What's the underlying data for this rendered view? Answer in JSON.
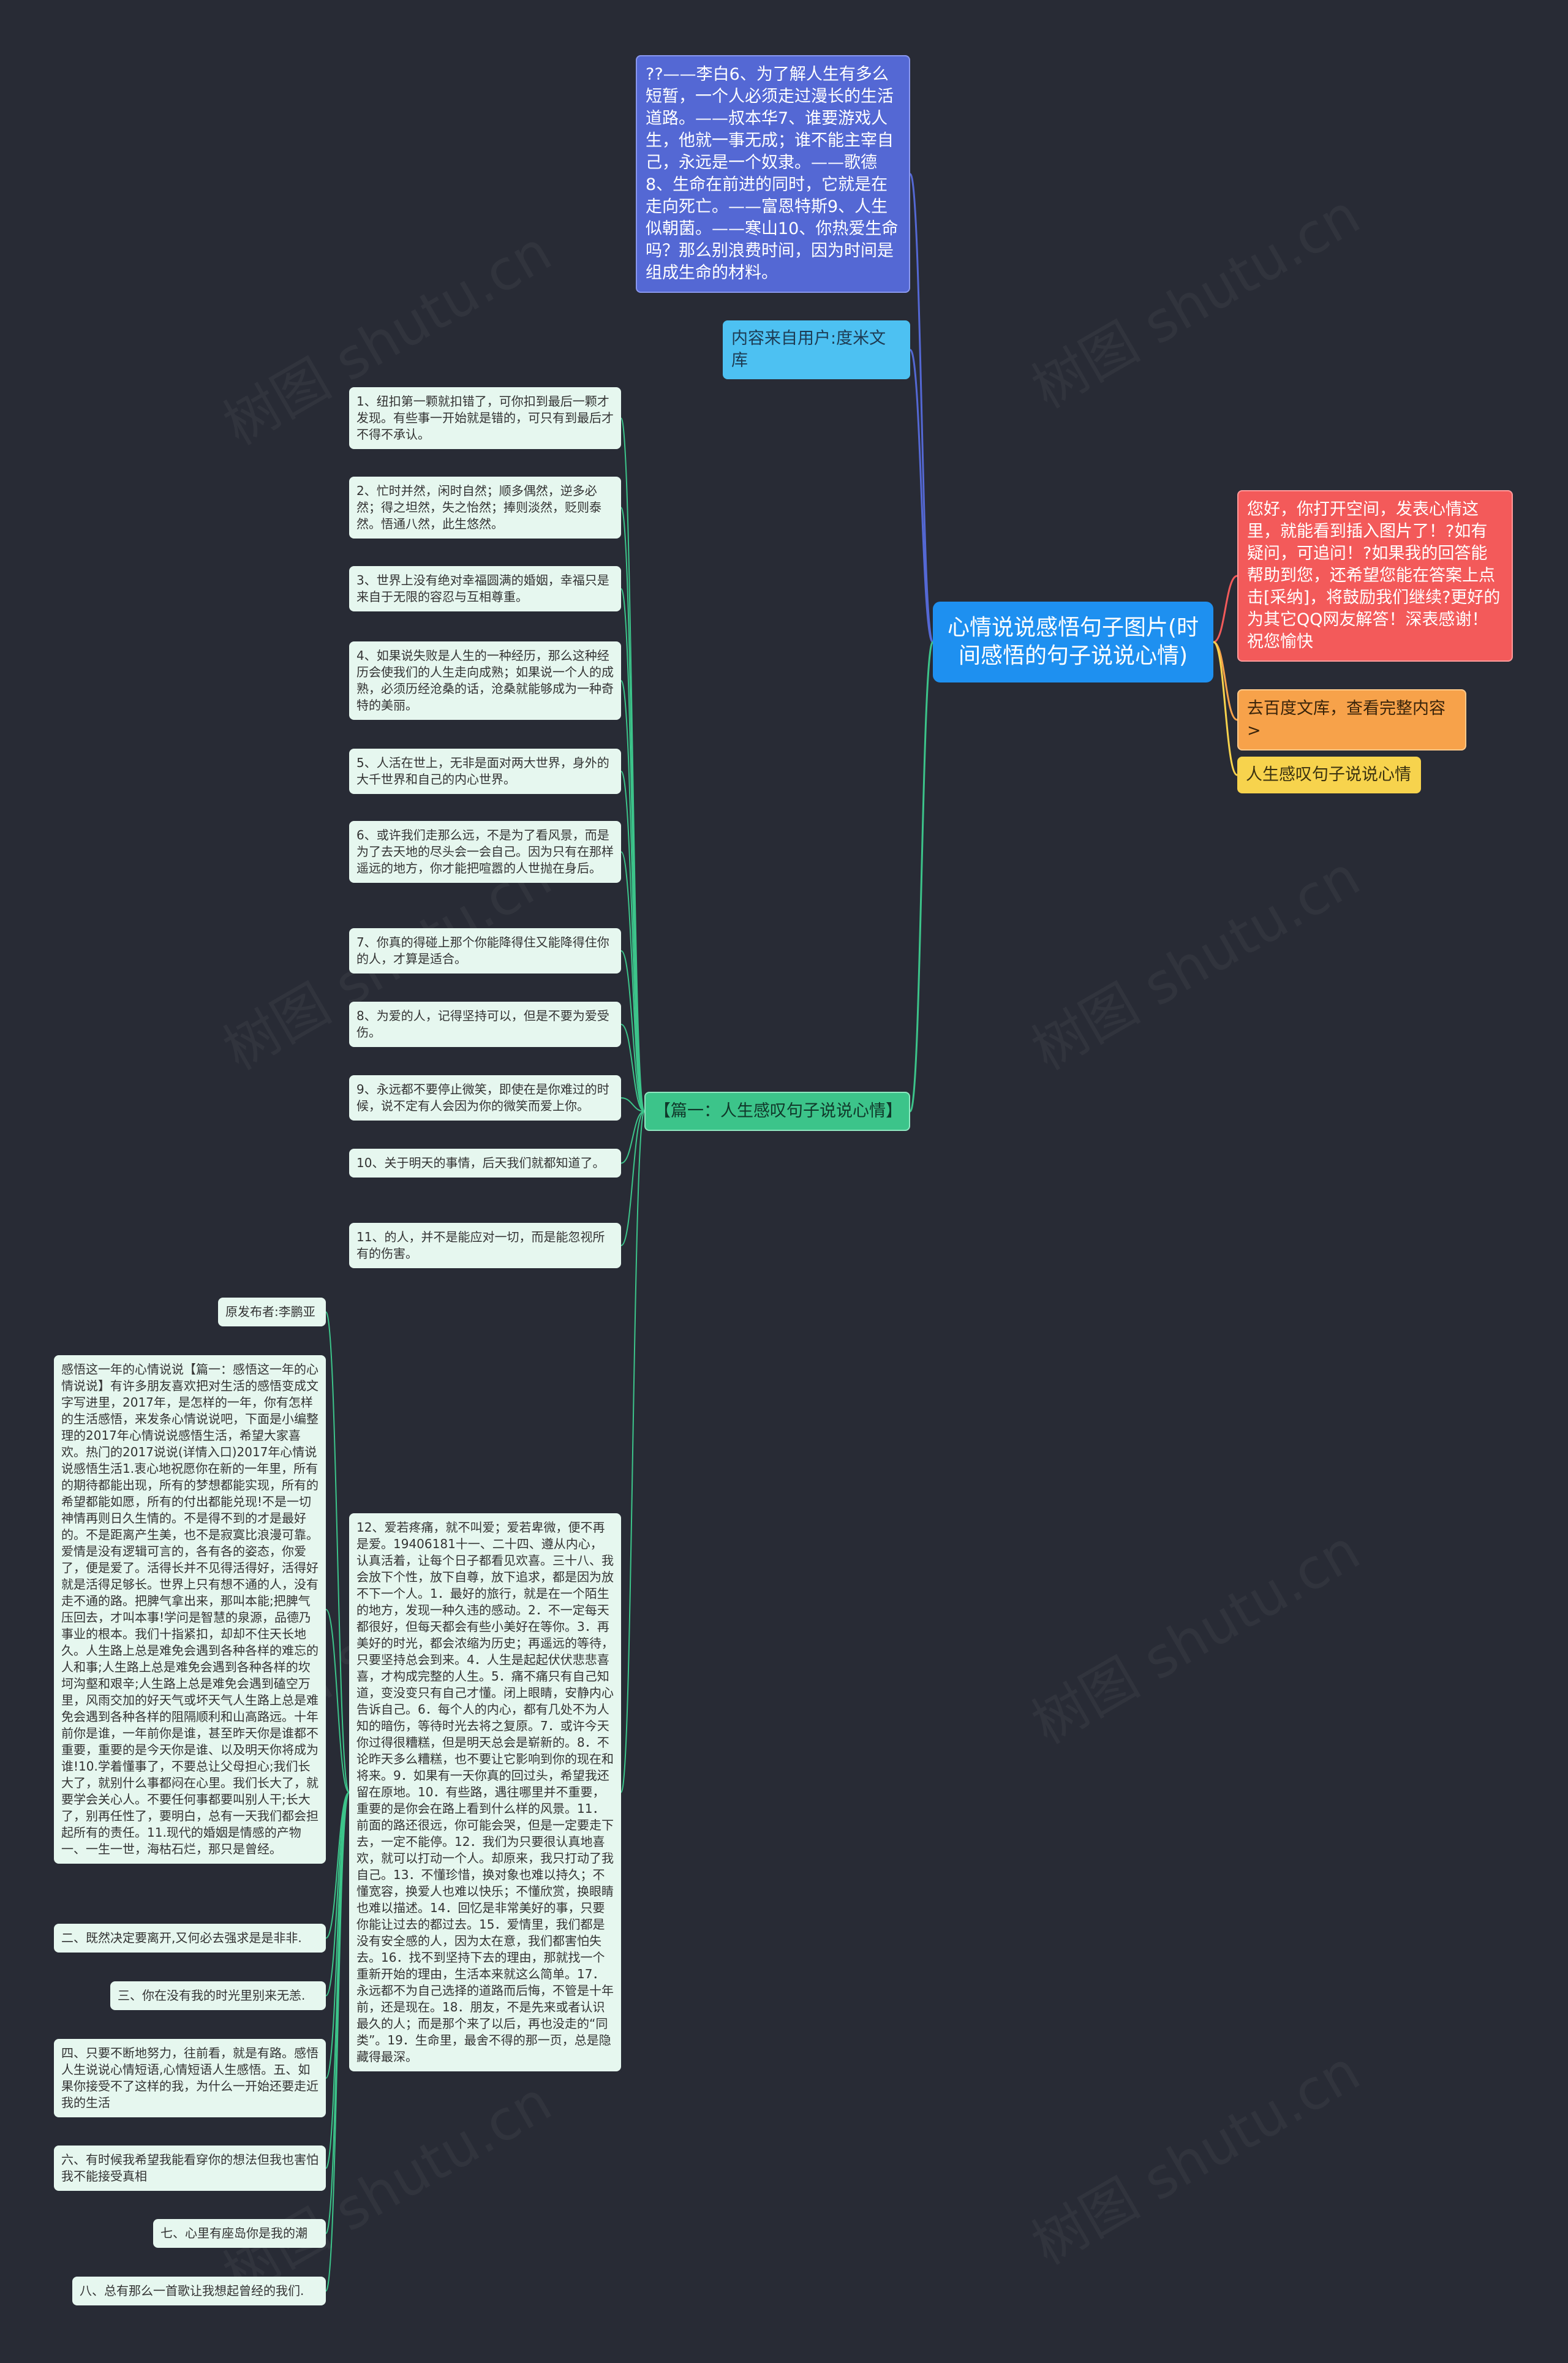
{
  "root": {
    "title": "心情说说感悟句子图片(时间感悟的句子说说心情)"
  },
  "top_branch": {
    "quote": "??——李白6、为了解人生有多么短暂，一个人必须走过漫长的生活道路。——叔本华7、谁要游戏人生，他就一事无成；谁不能主宰自己，永远是一个奴隶。——歌德8、生命在前进的同时，它就是在走向死亡。——富恩特斯9、人生似朝菌。——寒山10、你热爱生命吗？那么别浪费时间，因为时间是组成生命的材料。",
    "source": "内容来自用户:度米文库"
  },
  "right_branches": {
    "notice": "您好，你打开空间，发表心情这里，就能看到插入图片了！?如有疑问，可追问！?如果我的回答能帮助到您，还希望您能在答案上点击[采纳]，将鼓励我们继续?更好的为其它QQ网友解答！深表感谢！祝您愉快",
    "link": "去百度文库，查看完整内容>",
    "topic": "人生感叹句子说说心情"
  },
  "section": {
    "title": "【篇一：人生感叹句子说说心情】",
    "items": [
      "1、纽扣第一颗就扣错了，可你扣到最后一颗才发现。有些事一开始就是错的，可只有到最后才不得不承认。",
      "2、忙时并然，闲时自然；顺多偶然，逆多必然；得之坦然，失之怡然；捧则淡然，贬则泰然。悟通八然，此生悠然。",
      "3、世界上没有绝对幸福圆满的婚姻，幸福只是来自于无限的容忍与互相尊重。",
      "4、如果说失败是人生的一种经历，那么这种经历会使我们的人生走向成熟；如果说一个人的成熟，必须历经沧桑的话，沧桑就能够成为一种奇特的美丽。",
      "5、人活在世上，无非是面对两大世界，身外的大千世界和自己的内心世界。",
      "6、或许我们走那么远，不是为了看风景，而是为了去天地的尽头会一会自己。因为只有在那样遥远的地方，你才能把喧嚣的人世抛在身后。",
      "7、你真的得碰上那个你能降得住又能降得住你的人，才算是适合。",
      "8、为爱的人，记得坚持可以，但是不要为爱受伤。",
      "9、永远都不要停止微笑，即使在是你难过的时候，说不定有人会因为你的微笑而爱上你。",
      "10、关于明天的事情，后天我们就都知道了。",
      "11、的人，并不是能应对一切，而是能忽视所有的伤害。",
      "12、爱若疼痛，就不叫爱；爱若卑微，便不再是爱。19406181十一、二十四、遵从内心，认真活着，让每个日子都看见欢喜。三十八、我会放下个性，放下自尊，放下追求，都是因为放不下一个人。1．最好的旅行，就是在一个陌生的地方，发现一种久违的感动。2．不一定每天都很好，但每天都会有些小美好在等你。3．再美好的时光，都会浓缩为历史；再遥远的等待，只要坚持总会到来。4．人生是起起伏伏悲悲喜喜，才构成完整的人生。5．痛不痛只有自己知道，变没变只有自己才懂。闭上眼睛，安静内心告诉自己。6．每个人的内心，都有几处不为人知的暗伤，等待时光去将之复原。7．或许今天你过得很糟糕，但是明天总会是崭新的。8．不论昨天多么糟糕，也不要让它影响到你的现在和将来。9．如果有一天你真的回过头，希望我还留在原地。10．有些路，遇往哪里并不重要，重要的是你会在路上看到什么样的风景。11．前面的路还很远，你可能会哭，但是一定要走下去，一定不能停。12．我们为只要很认真地喜欢，就可以打动一个人。却原来，我只打动了我自己。13．不懂珍惜，换对象也难以持久；不懂宽容，换爱人也难以快乐；不懂欣赏，换眼睛也难以描述。14．回忆是非常美好的事，只要你能让过去的都过去。15．爱情里，我们都是没有安全感的人，因为太在意，我们都害怕失去。16．找不到坚持下去的理由，那就找一个重新开始的理由，生活本来就这么简单。17．永远都不为自己选择的道路而后悔，不管是十年前，还是现在。18．朋友，不是先来或者认识最久的人；而是那个来了以后，再也没走的“同类”。19．生命里，最舍不得的那一页，总是隐藏得最深。"
    ]
  },
  "sub_section": {
    "author": "原发布者:李鹏亚",
    "intro": "感悟这一年的心情说说【篇一：感悟这一年的心情说说】有许多朋友喜欢把对生活的感悟变成文字写进里，2017年，是怎样的一年，你有怎样的生活感悟，来发条心情说说吧，下面是小编整理的2017年心情说说感悟生活，希望大家喜欢。热门的2017说说(详情入口)2017年心情说说感悟生活1.衷心地祝愿你在新的一年里，所有的期待都能出现，所有的梦想都能实现，所有的希望都能如愿，所有的付出都能兑现!不是一切神情再则日久生情的。不是得不到的才是最好的。不是距离产生美，也不是寂寞比浪漫可靠。爱情是没有逻辑可言的，各有各的姿态，你爱了，便是爱了。活得长并不见得活得好，活得好就是活得足够长。世界上只有想不通的人，没有走不通的路。把脾气拿出来，那叫本能;把脾气压回去，才叫本事!学问是智慧的泉源，品德乃事业的根本。我们十指紧扣，却却不住天长地久。人生路上总是难免会遇到各种各样的难忘的人和事;人生路上总是难免会遇到各种各样的坎坷沟壑和艰辛;人生路上总是难免会遇到磕空万里，风雨交加的好天气或坏天气人生路上总是难免会遇到各种各样的阻隔顺利和山高路远。十年前你是谁，一年前你是谁，甚至昨天你是谁都不重要，重要的是今天你是谁、以及明天你将成为谁!10.学着懂事了，不要总让父母担心;我们长大了，就别什么事都闷在心里。我们长大了，就要学会关心人。不要任何事都要叫别人干;长大了，别再任性了，要明白，总有一天我们都会担起所有的责任。11.现代的婚姻是情感的产物一、一生一世，海枯石烂，那只是曾经。",
    "items": [
      "二、既然决定要离开,又何必去强求是是非非.",
      "三、你在没有我的时光里别来无恙.",
      "四、只要不断地努力，往前看，就是有路。感悟人生说说心情短语,心情短语人生感悟。五、如果你接受不了这样的我，为什么一开始还要走近我的生活",
      "六、有时候我希望我能看穿你的想法但我也害怕我不能接受真相",
      "七、心里有座岛你是我的潮",
      "八、总有那么一首歌让我想起曾经的我们."
    ]
  },
  "watermark": "树图 shutu.cn",
  "colors": {
    "background": "#282b35",
    "root": "#1e90f0",
    "blue": "#5468d4",
    "red": "#f35a5a",
    "orange": "#f7a24a",
    "yellow": "#f7d34d",
    "green": "#3cc48a",
    "leaf": "#e6f7ef"
  }
}
